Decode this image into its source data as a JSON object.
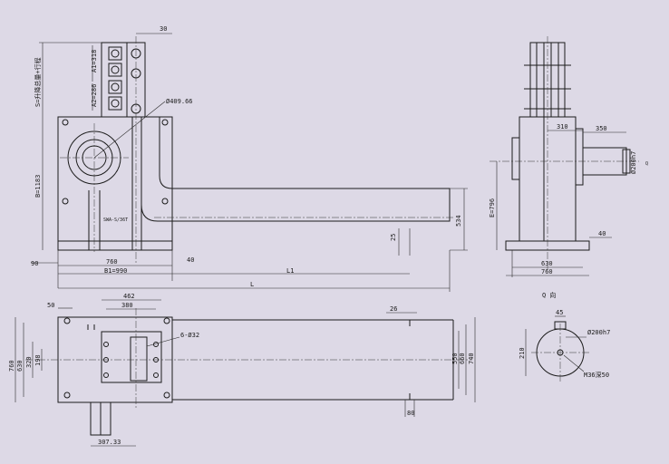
{
  "colors": {
    "background": "#ddd9e6",
    "line": "#1c1c1c"
  },
  "front_view": {
    "dim_30": "30",
    "dim_a1": "A1=318",
    "dim_a2": "A2=286",
    "dim_s": "S=升降总量+行程",
    "dim_diameter": "Ø409.66",
    "dim_b": "B=1183",
    "nameplate": "SWA-S/36T",
    "dim_534": "534",
    "dim_25": "25",
    "dim_90": "90",
    "dim_760": "760",
    "dim_b1": "B1=990",
    "dim_40": "40",
    "dim_l1": "L1",
    "dim_l": "L"
  },
  "side_view": {
    "dim_310": "310",
    "dim_350": "350",
    "dim_e": "E=796",
    "dim_shaft": "Ø200h7",
    "mark_q": "Q",
    "dim_40": "40",
    "dim_630": "630",
    "dim_760": "760"
  },
  "top_view": {
    "dim_50": "50",
    "dim_462": "462",
    "dim_380": "380",
    "dim_holes": "6-Ø32",
    "dim_760": "760",
    "dim_630": "630",
    "dim_320": "320",
    "dim_198": "198",
    "dim_26": "26",
    "dim_550": "550",
    "dim_660": "660",
    "dim_740": "740",
    "dim_80": "80",
    "dim_307": "307.33"
  },
  "q_view": {
    "title": "Q 向",
    "dim_45": "45",
    "dim_shaft": "Ø200h7",
    "dim_210": "210",
    "dim_thread": "M36深50"
  }
}
